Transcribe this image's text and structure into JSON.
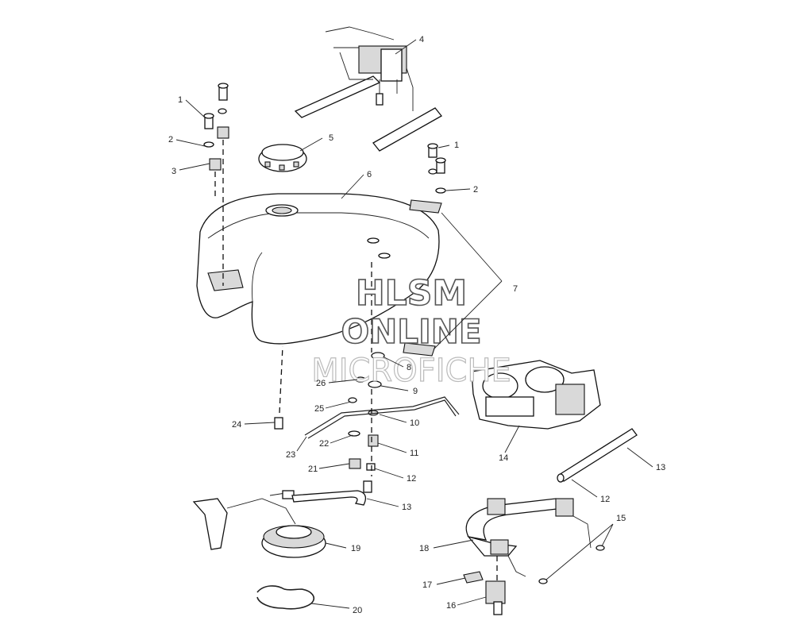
{
  "callouts": [
    {
      "id": "c1a",
      "label": "1"
    },
    {
      "id": "c2a",
      "label": "2"
    },
    {
      "id": "c3",
      "label": "3"
    },
    {
      "id": "c4",
      "label": "4"
    },
    {
      "id": "c5",
      "label": "5"
    },
    {
      "id": "c6",
      "label": "6"
    },
    {
      "id": "c1b",
      "label": "1"
    },
    {
      "id": "c2b",
      "label": "2"
    },
    {
      "id": "c7",
      "label": "7"
    },
    {
      "id": "c8",
      "label": "8"
    },
    {
      "id": "c9",
      "label": "9"
    },
    {
      "id": "c10",
      "label": "10"
    },
    {
      "id": "c11",
      "label": "11"
    },
    {
      "id": "c12a",
      "label": "12"
    },
    {
      "id": "c13a",
      "label": "13"
    },
    {
      "id": "c14",
      "label": "14"
    },
    {
      "id": "c13b",
      "label": "13"
    },
    {
      "id": "c12b",
      "label": "12"
    },
    {
      "id": "c15",
      "label": "15"
    },
    {
      "id": "c16",
      "label": "16"
    },
    {
      "id": "c17",
      "label": "17"
    },
    {
      "id": "c18",
      "label": "18"
    },
    {
      "id": "c19",
      "label": "19"
    },
    {
      "id": "c20",
      "label": "20"
    },
    {
      "id": "c21",
      "label": "21"
    },
    {
      "id": "c22",
      "label": "22"
    },
    {
      "id": "c23",
      "label": "23"
    },
    {
      "id": "c24",
      "label": "24"
    },
    {
      "id": "c25",
      "label": "25"
    },
    {
      "id": "c26",
      "label": "26"
    }
  ],
  "watermark": {
    "line1": "HLSM",
    "line2": "ONLINE",
    "line3": "MICROFICHE"
  }
}
